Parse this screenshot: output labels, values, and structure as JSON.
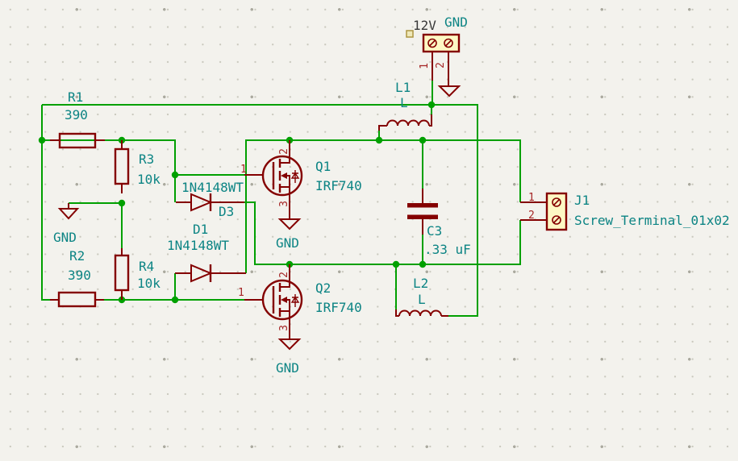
{
  "schematic": {
    "description": "ZVS driver circuit schematic (KiCad canvas)",
    "colors": {
      "background": "#f3f2ed",
      "wire": "#00a000",
      "junction": "#00a000",
      "component_outline": "#840000",
      "field_text": "#0c8484",
      "pin_number_text": "#a52525",
      "power_label_dark": "#383838",
      "connector_fill": "#fdf8c4"
    },
    "components": {
      "r1": {
        "ref": "R1",
        "value": "390"
      },
      "r2": {
        "ref": "R2",
        "value": "390"
      },
      "r3": {
        "ref": "R3",
        "value": "10k"
      },
      "r4": {
        "ref": "R4",
        "value": "10k"
      },
      "d1": {
        "ref": "D1",
        "value": "1N4148WT"
      },
      "d3": {
        "ref": "D3",
        "value": "1N4148WT"
      },
      "q1": {
        "ref": "Q1",
        "value": "IRF740"
      },
      "q2": {
        "ref": "Q2",
        "value": "IRF740"
      },
      "l1": {
        "ref": "L1",
        "value": "L"
      },
      "l2": {
        "ref": "L2",
        "value": "L"
      },
      "c3": {
        "ref": "C3",
        "value": ".33 uF"
      },
      "j1": {
        "ref": "J1",
        "value": "Screw_Terminal_01x02"
      }
    },
    "power": {
      "v12": "12V",
      "gnd": "GND"
    },
    "pins": {
      "n1": "1",
      "n2": "2",
      "n3": "3"
    }
  }
}
